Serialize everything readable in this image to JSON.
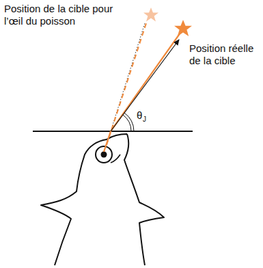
{
  "diagram": {
    "labels": [
      "Position de la cible pour l’œil du poisson",
      "Position réelle de la cible",
      "θ",
      "J"
    ]
  }
}
